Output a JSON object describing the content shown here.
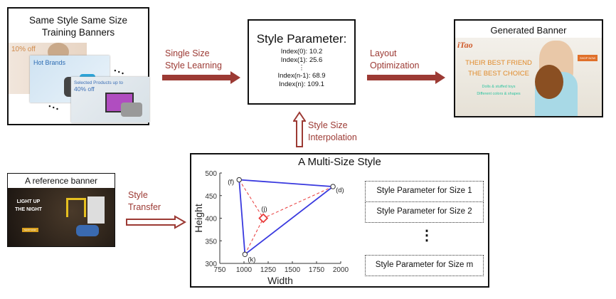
{
  "training": {
    "title_line1": "Same Style Same Size",
    "title_line2": "Training Banners",
    "banner1_text": "10% off",
    "banner2_text": "Hot Brands",
    "banner3_line1": "Selected Products up to",
    "banner3_line2": "40% off",
    "ellipsis": "• • •"
  },
  "arrows": {
    "learning_line1": "Single Size",
    "learning_line2": "Style Learning",
    "layout_line1": "Layout",
    "layout_line2": "Optimization",
    "interp_line1": "Style Size",
    "interp_line2": "Interpolation",
    "transfer_line1": "Style",
    "transfer_line2": "Transfer"
  },
  "style_parameter": {
    "title": "Style Parameter:",
    "rows": [
      "Index(0): 10.2",
      "Index(1): 25.6",
      "⋮",
      "Index(n-1): 68.9",
      "Index(n): 109.1"
    ]
  },
  "generated": {
    "title": "Generated Banner",
    "logo": "iTao",
    "headline1": "THEIR BEST FRIEND",
    "headline2": "THE BEST CHOICE",
    "sub1": "Dolls & stuffed toys",
    "sub2": "Different colors & shapes",
    "button": "SHOP NOW"
  },
  "reference": {
    "title": "A reference banner",
    "headline1": "LIGHT UP",
    "headline2": "THE NIGHT",
    "button": "SHOP NOW"
  },
  "multi_size": {
    "title": "A Multi-Size Style",
    "param_boxes": [
      "Style Parameter for Size 1",
      "Style Parameter for Size 2",
      "Style Parameter for Size m"
    ],
    "vdots": "⋮"
  },
  "chart_data": {
    "type": "scatter",
    "xlabel": "Width",
    "ylabel": "Height",
    "xlim": [
      750,
      2000
    ],
    "ylim": [
      300,
      500
    ],
    "xticks": [
      750,
      1000,
      1250,
      1500,
      1750,
      2000
    ],
    "yticks": [
      300,
      350,
      400,
      450,
      500
    ],
    "points": [
      {
        "label": "(f)",
        "x": 950,
        "y": 485
      },
      {
        "label": "(d)",
        "x": 1920,
        "y": 470
      },
      {
        "label": "(k)",
        "x": 1010,
        "y": 320
      },
      {
        "label": "(j)",
        "x": 1200,
        "y": 400
      }
    ],
    "colors": {
      "triangle": "#3a3adf",
      "interp": "#e83a3a"
    }
  }
}
